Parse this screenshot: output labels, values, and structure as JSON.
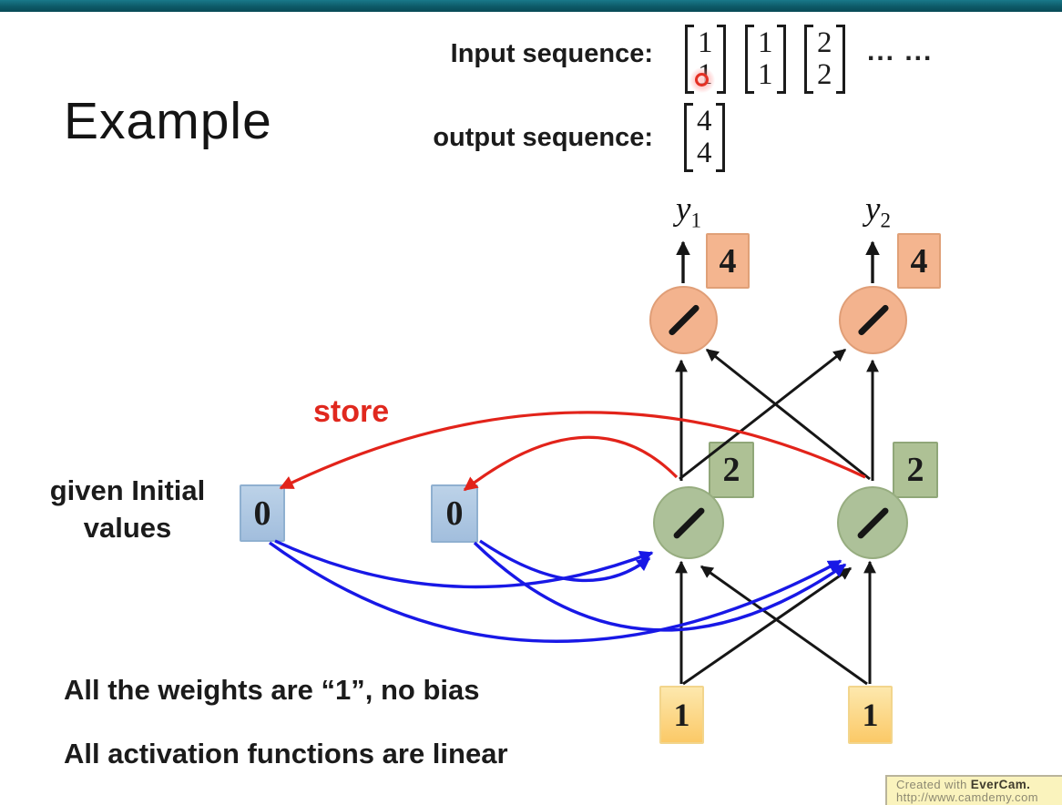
{
  "slide": {
    "title": "Example",
    "sequences": {
      "input_label": "Input sequence:",
      "output_label": "output sequence:",
      "input_matrices": [
        [
          "1",
          "1"
        ],
        [
          "1",
          "1"
        ],
        [
          "2",
          "2"
        ]
      ],
      "ellipsis": "... ...",
      "output_matrix": [
        "4",
        "4"
      ]
    },
    "diagram": {
      "output_unit_labels": [
        {
          "base": "y",
          "sub": "1"
        },
        {
          "base": "y",
          "sub": "2"
        }
      ],
      "output_values": [
        "4",
        "4"
      ],
      "hidden_values": [
        "2",
        "2"
      ],
      "memory_values": [
        "0",
        "0"
      ],
      "input_values": [
        "1",
        "1"
      ],
      "store_label": "store",
      "initial_caption_line1": "given Initial",
      "initial_caption_line2": "values"
    },
    "notes": [
      "All the weights are “1”, no bias",
      "All activation functions are linear"
    ]
  },
  "watermark": {
    "prefix": "Created with ",
    "brand": "EverCam.",
    "url": "http://www.camdemy.com"
  },
  "colors": {
    "topbar": "#0d5a68",
    "red_arrow": "#e2231a",
    "blue_arrow": "#1818e6",
    "black_arrow": "#161616",
    "orange_fill": "#f3b38e",
    "green_fill": "#adc199",
    "memory_box_fill": "#a9c3df",
    "input_box_fill": "#fbca6d",
    "watermark_bg": "#faf3bd"
  }
}
